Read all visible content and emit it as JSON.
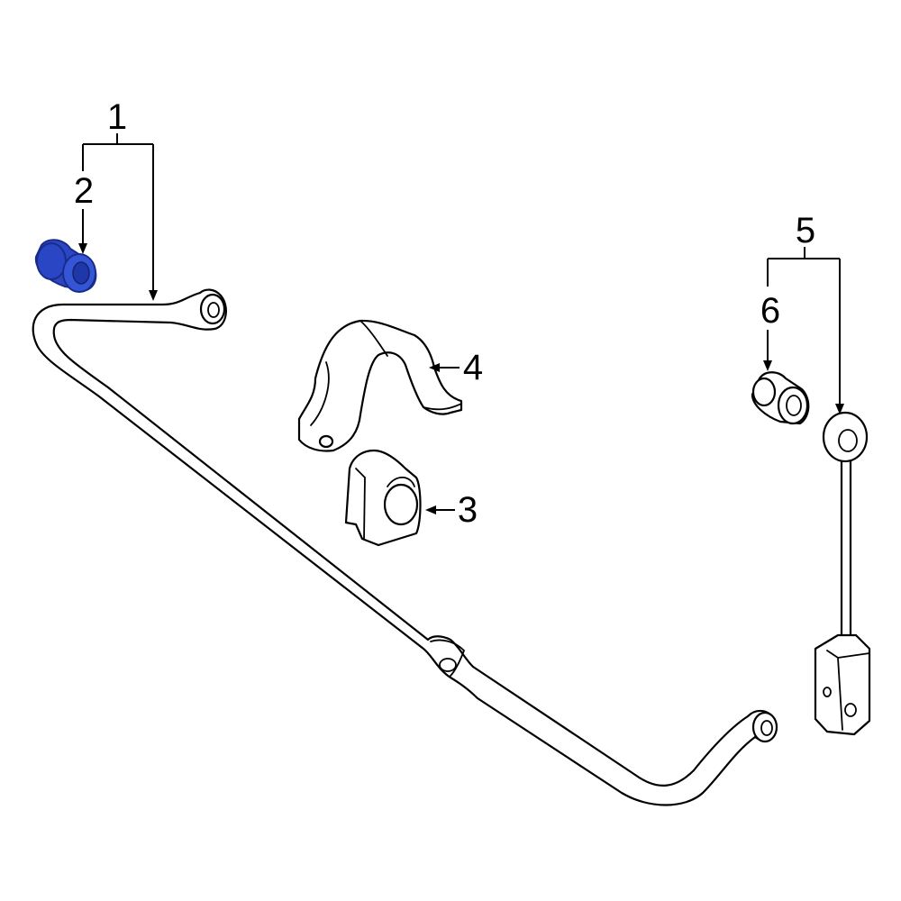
{
  "callouts": [
    {
      "id": "1",
      "label": "1"
    },
    {
      "id": "2",
      "label": "2"
    },
    {
      "id": "3",
      "label": "3"
    },
    {
      "id": "4",
      "label": "4"
    },
    {
      "id": "5",
      "label": "5"
    },
    {
      "id": "6",
      "label": "6"
    }
  ],
  "colors": {
    "highlight": "#2a46c4",
    "highlight_dark": "#1a2c8a",
    "line": "#000000",
    "background": "#ffffff"
  },
  "parts": [
    {
      "name": "stabilizer-bar",
      "highlighted": false
    },
    {
      "name": "bushing-small",
      "highlighted": true
    },
    {
      "name": "bushing-large",
      "highlighted": false
    },
    {
      "name": "bracket",
      "highlighted": false
    },
    {
      "name": "stabilizer-link",
      "highlighted": false
    },
    {
      "name": "link-bushing",
      "highlighted": false
    }
  ]
}
